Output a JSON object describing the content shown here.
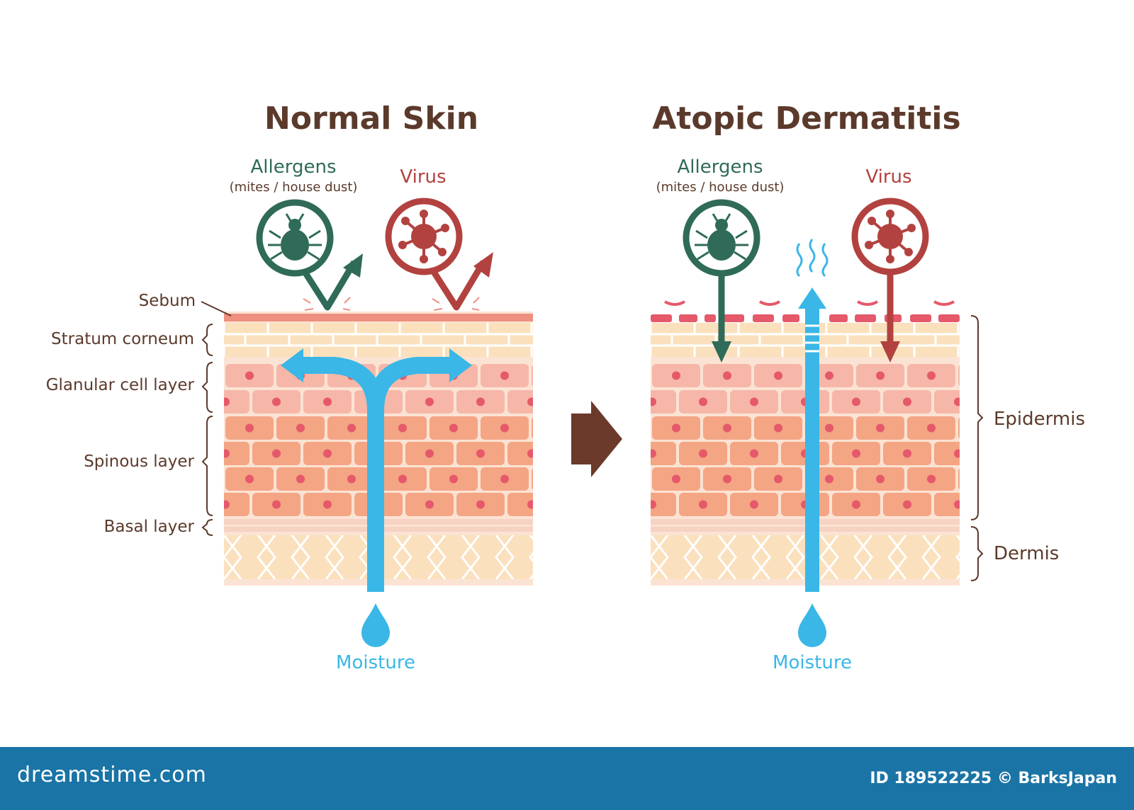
{
  "titles": {
    "left": "Normal Skin",
    "right": "Atopic Dermatitis"
  },
  "agents": {
    "allergens": "Allergens",
    "allergens_note": "(mites / house dust)",
    "virus": "Virus"
  },
  "layers": {
    "sebum": "Sebum",
    "stratum_corneum": "Stratum corneum",
    "granular": "Glanular cell layer",
    "spinous": "Spinous layer",
    "basal": "Basal layer"
  },
  "regions": {
    "epidermis": "Epidermis",
    "dermis": "Dermis"
  },
  "moisture": "Moisture",
  "footer": {
    "logo": "dreamstime.com",
    "id_text": "ID 189522225 © BarksJapan"
  },
  "colors": {
    "title": "#5b3a2b",
    "allergen": "#2f6b58",
    "virus": "#b2423f",
    "moisture": "#3ab7e6",
    "sebum": "#ee8f7f",
    "footer": "#1a74a6"
  },
  "icons": [
    "mite-icon",
    "virus-icon",
    "water-drop-icon",
    "arrow-right-icon",
    "vapor-icon"
  ]
}
